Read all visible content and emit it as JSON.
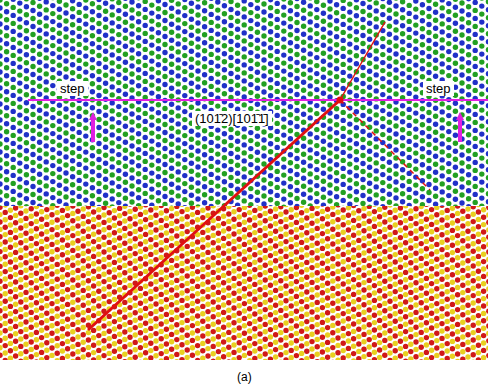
{
  "diagram": {
    "caption": "(a)",
    "labels": [
      "step",
      "step",
      "(101̄2)[101̄1̄]"
    ]
  }
}
